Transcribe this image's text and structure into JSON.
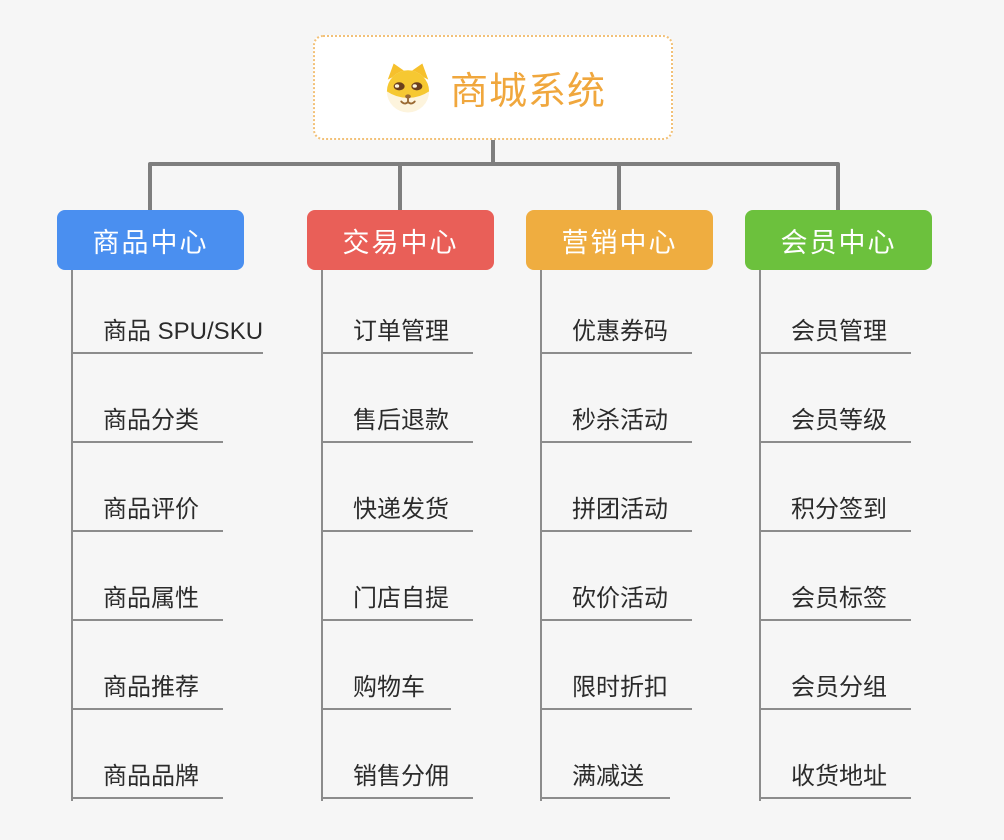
{
  "page": {
    "background_color": "#f6f6f6",
    "connector_color": "#7e7e7e",
    "leaf_line_color": "#8c8c8c",
    "leaf_text_color": "#2b2b2b"
  },
  "root": {
    "title": "商城系统",
    "icon": "dog-face-icon",
    "text_color": "#f0a73d",
    "border_color": "#f2c178"
  },
  "branches": [
    {
      "label": "商品中心",
      "color": "#4a8ff0",
      "items": [
        "商品 SPU/SKU",
        "商品分类",
        "商品评价",
        "商品属性",
        "商品推荐",
        "商品品牌"
      ]
    },
    {
      "label": "交易中心",
      "color": "#e95f58",
      "items": [
        "订单管理",
        "售后退款",
        "快递发货",
        "门店自提",
        "购物车",
        "销售分佣"
      ]
    },
    {
      "label": "营销中心",
      "color": "#efad40",
      "items": [
        "优惠券码",
        "秒杀活动",
        "拼团活动",
        "砍价活动",
        "限时折扣",
        "满减送"
      ]
    },
    {
      "label": "会员中心",
      "color": "#6cc13d",
      "items": [
        "会员管理",
        "会员等级",
        "积分签到",
        "会员标签",
        "会员分组",
        "收货地址"
      ]
    }
  ]
}
